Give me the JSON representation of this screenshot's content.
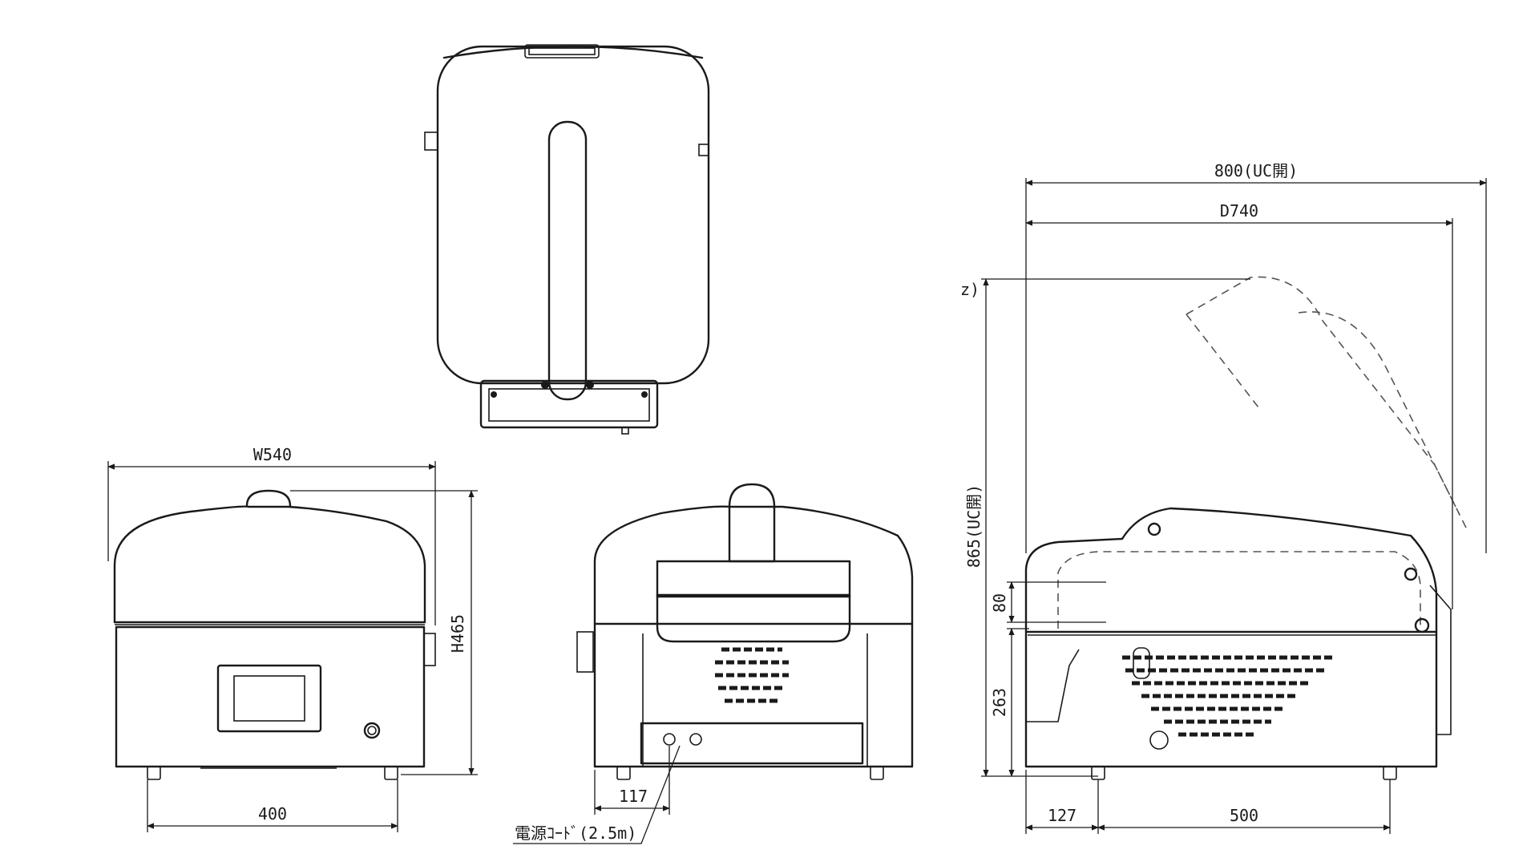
{
  "dimensions": {
    "width": "W540",
    "height": "H465",
    "front_foot_span": "400",
    "cord_offset": "117",
    "open_depth": "800(UC開)",
    "depth": "D740",
    "open_height": "865(UC開)",
    "lid_offset": "80",
    "body_height": "263",
    "side_foot_offset": "127",
    "side_foot_span": "500",
    "datum_mark": "z)"
  },
  "labels": {
    "power_cord": "電源ｺｰﾄﾞ(2.5m)"
  },
  "views": [
    "top-view",
    "front-view",
    "rear-view",
    "side-view"
  ]
}
